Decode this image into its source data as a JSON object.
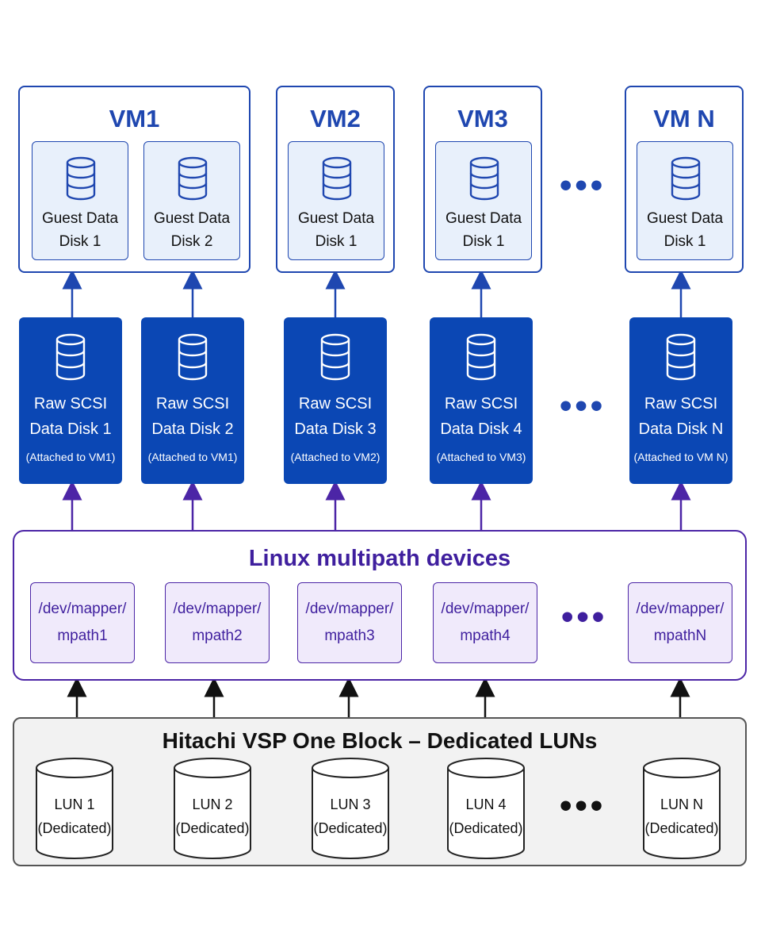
{
  "colors": {
    "vm_blue": "#1f47b0",
    "raw_disk_fill": "#0b47b4",
    "multipath_purple": "#4c25a6",
    "lun_gray": "#f2f2f2",
    "arrow_black": "#111111"
  },
  "vms": [
    {
      "title": "VM1",
      "disks": [
        {
          "line1": "Guest Data",
          "line2": "Disk 1",
          "icon": "database-icon"
        },
        {
          "line1": "Guest Data",
          "line2": "Disk 2",
          "icon": "database-icon"
        }
      ]
    },
    {
      "title": "VM2",
      "disks": [
        {
          "line1": "Guest Data",
          "line2": "Disk 1",
          "icon": "database-icon"
        }
      ]
    },
    {
      "title": "VM3",
      "disks": [
        {
          "line1": "Guest Data",
          "line2": "Disk 1",
          "icon": "database-icon"
        }
      ]
    },
    {
      "title": "VM N",
      "disks": [
        {
          "line1": "Guest Data",
          "line2": "Disk 1",
          "icon": "database-icon"
        }
      ]
    }
  ],
  "raw_disks": [
    {
      "line1": "Raw SCSI",
      "line2": "Data Disk 1",
      "line3": "(Attached to VM1)"
    },
    {
      "line1": "Raw SCSI",
      "line2": "Data Disk 2",
      "line3": "(Attached to VM1)"
    },
    {
      "line1": "Raw SCSI",
      "line2": "Data Disk 3",
      "line3": "(Attached to VM2)"
    },
    {
      "line1": "Raw SCSI",
      "line2": "Data Disk 4",
      "line3": "(Attached to VM3)"
    },
    {
      "line1": "Raw SCSI",
      "line2": "Data Disk N",
      "line3": "(Attached to VM N)"
    }
  ],
  "multipath": {
    "title": "Linux multipath devices",
    "devices": [
      {
        "line1": "/dev/mapper/",
        "line2": "mpath1"
      },
      {
        "line1": "/dev/mapper/",
        "line2": "mpath2"
      },
      {
        "line1": "/dev/mapper/",
        "line2": "mpath3"
      },
      {
        "line1": "/dev/mapper/",
        "line2": "mpath4"
      },
      {
        "line1": "/dev/mapper/",
        "line2": "mpathN"
      }
    ]
  },
  "storage": {
    "title": "Hitachi VSP One Block – Dedicated LUNs",
    "luns": [
      {
        "line1": "LUN 1",
        "line2": "(Dedicated)"
      },
      {
        "line1": "LUN 2",
        "line2": "(Dedicated)"
      },
      {
        "line1": "LUN 3",
        "line2": "(Dedicated)"
      },
      {
        "line1": "LUN 4",
        "line2": "(Dedicated)"
      },
      {
        "line1": "LUN N",
        "line2": "(Dedicated)"
      }
    ]
  },
  "ellipsis": "•••"
}
